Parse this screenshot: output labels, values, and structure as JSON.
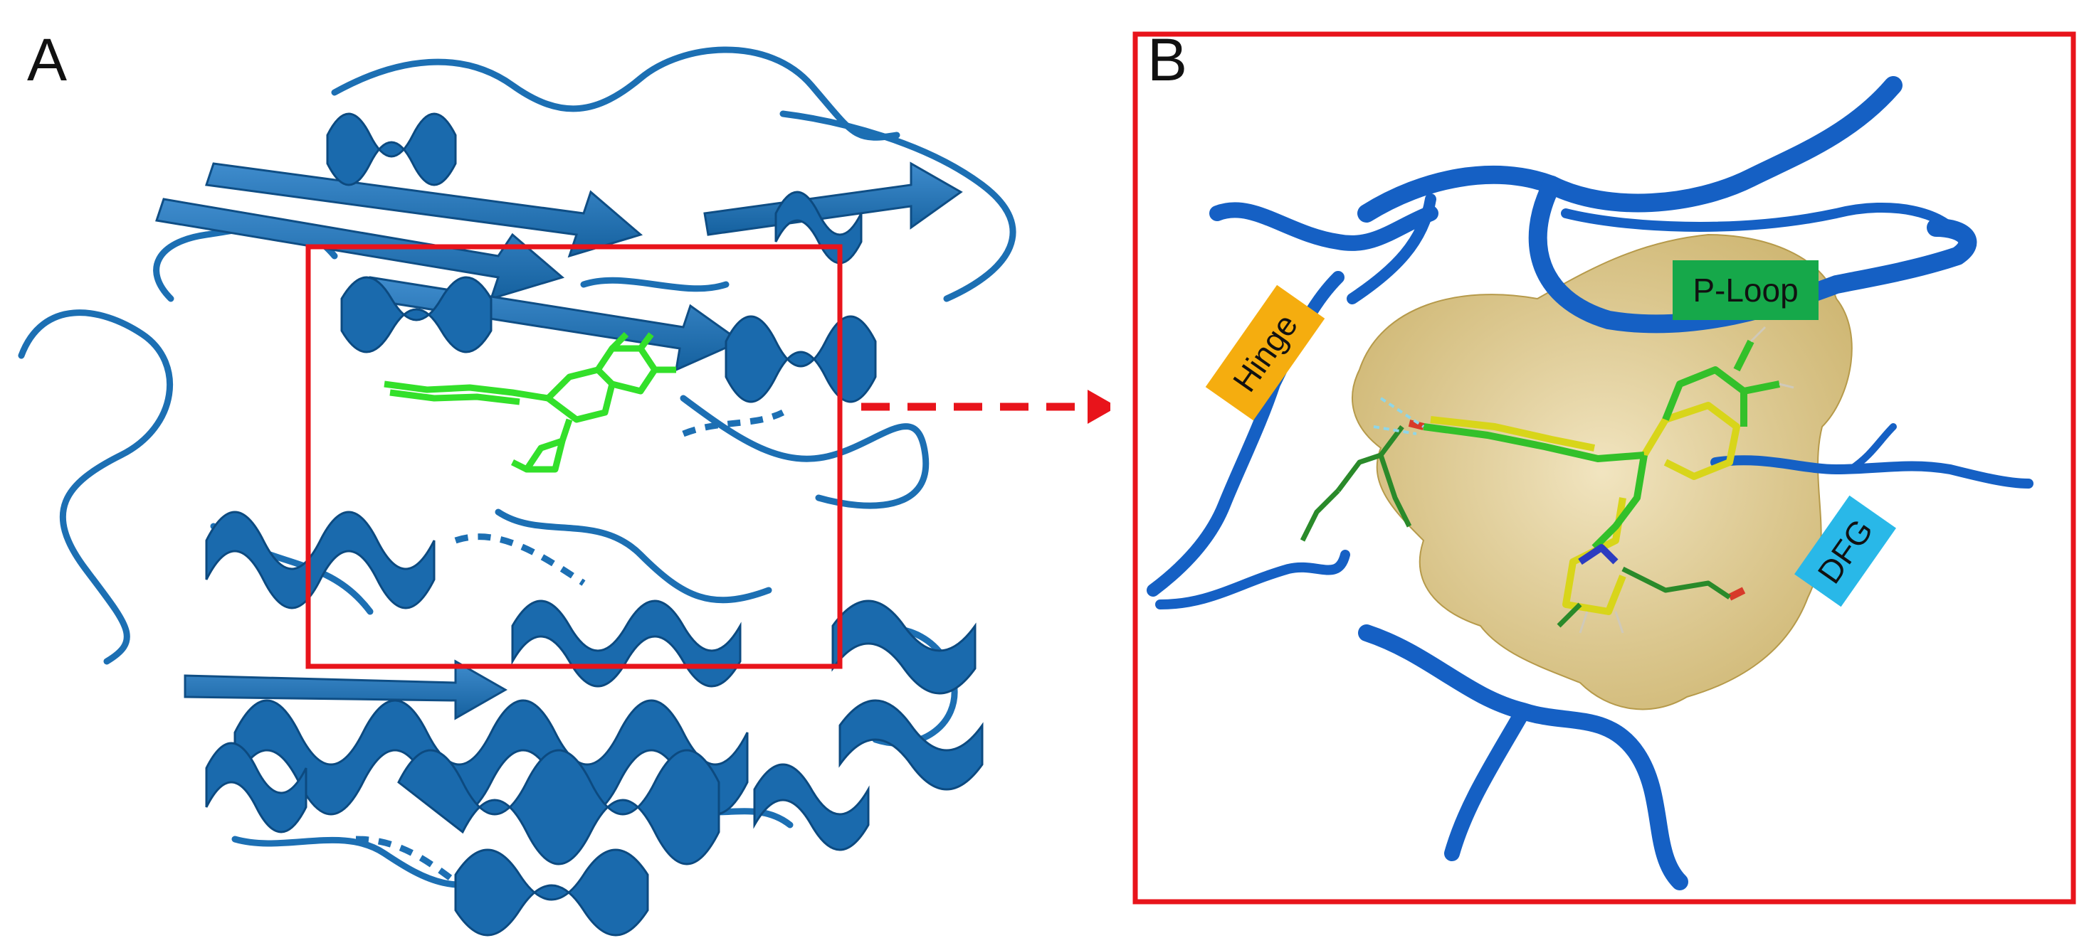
{
  "panels": {
    "a": {
      "label": "A"
    },
    "b": {
      "label": "B"
    }
  },
  "labels": {
    "hinge": "Hinge",
    "p_loop": "P-Loop",
    "dfg": "DFG"
  },
  "colors": {
    "ribbon": "#1c6fb3",
    "ribbon_light": "#4a94cf",
    "ribbon_b": "#1560c4",
    "ligand": "#33e02a",
    "ligand_dark": "#1a8a1a",
    "ligand_yellow": "#d8d51a",
    "surface": "#d9c27a",
    "highlight_box": "#e8141b",
    "hinge_tag": "#f5ad0f",
    "ploop_tag": "#16a84a",
    "dfg_tag": "#29b8e8"
  }
}
